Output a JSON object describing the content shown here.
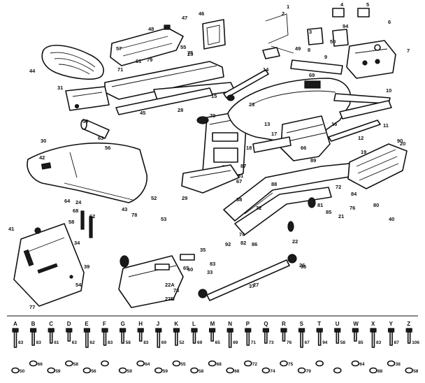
{
  "diagram": {
    "callouts": [
      {
        "text": "1"
      },
      {
        "text": "2"
      },
      {
        "text": "3"
      },
      {
        "text": "4"
      },
      {
        "text": "5"
      },
      {
        "text": "6"
      },
      {
        "text": "7"
      },
      {
        "text": "8"
      },
      {
        "text": "9"
      },
      {
        "text": "10"
      },
      {
        "text": "11"
      },
      {
        "text": "12"
      },
      {
        "text": "13"
      },
      {
        "text": "14"
      },
      {
        "text": "15"
      },
      {
        "text": "16"
      },
      {
        "text": "17"
      },
      {
        "text": "18"
      },
      {
        "text": "19"
      },
      {
        "text": "20"
      },
      {
        "text": "21"
      },
      {
        "text": "22"
      },
      {
        "text": "23"
      },
      {
        "text": "24"
      },
      {
        "text": "25"
      },
      {
        "text": "26"
      },
      {
        "text": "27"
      },
      {
        "text": "28"
      },
      {
        "text": "29"
      },
      {
        "text": "30"
      },
      {
        "text": "31"
      },
      {
        "text": "32"
      },
      {
        "text": "33"
      },
      {
        "text": "34"
      },
      {
        "text": "35"
      },
      {
        "text": "36"
      },
      {
        "text": "37"
      },
      {
        "text": "38"
      },
      {
        "text": "39"
      },
      {
        "text": "40"
      },
      {
        "text": "41"
      },
      {
        "text": "42"
      },
      {
        "text": "43"
      },
      {
        "text": "44"
      },
      {
        "text": "45"
      },
      {
        "text": "46"
      },
      {
        "text": "47"
      },
      {
        "text": "48"
      },
      {
        "text": "49"
      },
      {
        "text": "50"
      },
      {
        "text": "51"
      },
      {
        "text": "52"
      },
      {
        "text": "53"
      },
      {
        "text": "54"
      },
      {
        "text": "55"
      },
      {
        "text": "56"
      },
      {
        "text": "57"
      },
      {
        "text": "58"
      },
      {
        "text": "59"
      },
      {
        "text": "60"
      },
      {
        "text": "61"
      },
      {
        "text": "62"
      },
      {
        "text": "63"
      },
      {
        "text": "64"
      },
      {
        "text": "65"
      },
      {
        "text": "66"
      },
      {
        "text": "67"
      },
      {
        "text": "68"
      },
      {
        "text": "69"
      },
      {
        "text": "70"
      },
      {
        "text": "71"
      },
      {
        "text": "72"
      },
      {
        "text": "73"
      },
      {
        "text": "74"
      },
      {
        "text": "75"
      },
      {
        "text": "76"
      },
      {
        "text": "77"
      },
      {
        "text": "78"
      },
      {
        "text": "79"
      },
      {
        "text": "80"
      },
      {
        "text": "81"
      },
      {
        "text": "82"
      },
      {
        "text": "83"
      },
      {
        "text": "84"
      },
      {
        "text": "85"
      },
      {
        "text": "86"
      },
      {
        "text": "87"
      },
      {
        "text": "88"
      },
      {
        "text": "89"
      },
      {
        "text": "90"
      },
      {
        "text": "92"
      },
      {
        "text": "94"
      },
      {
        "text": "22A"
      },
      {
        "text": "22B"
      },
      {
        "text": "A"
      },
      {
        "text": "B"
      },
      {
        "text": "C"
      },
      {
        "text": "D"
      },
      {
        "text": "E"
      },
      {
        "text": "F"
      },
      {
        "text": "G"
      },
      {
        "text": "H"
      },
      {
        "text": "J"
      },
      {
        "text": "K"
      },
      {
        "text": "L"
      },
      {
        "text": "M"
      },
      {
        "text": "N"
      },
      {
        "text": "P"
      },
      {
        "text": "Q"
      },
      {
        "text": "R"
      },
      {
        "text": "S"
      },
      {
        "text": "T"
      },
      {
        "text": "U"
      },
      {
        "text": "W"
      },
      {
        "text": "X"
      },
      {
        "text": "Y"
      },
      {
        "text": "Z"
      }
    ],
    "hardware_legend": [
      {
        "letter": "A",
        "top": "83",
        "bottom": "50"
      },
      {
        "letter": "B",
        "top": "83",
        "bottom": "66"
      },
      {
        "letter": "C",
        "top": "61",
        "bottom": "59"
      },
      {
        "letter": "D",
        "top": "63",
        "bottom": "58"
      },
      {
        "letter": "E",
        "top": "62",
        "bottom": "56"
      },
      {
        "letter": "F",
        "top": "83",
        "bottom": ""
      },
      {
        "letter": "G",
        "top": "58",
        "bottom": "59"
      },
      {
        "letter": "H",
        "top": "83",
        "bottom": "64"
      },
      {
        "letter": "J",
        "top": "69",
        "bottom": "59"
      },
      {
        "letter": "K",
        "top": "52",
        "bottom": "55"
      },
      {
        "letter": "L",
        "top": "69",
        "bottom": "58"
      },
      {
        "letter": "M",
        "top": "65",
        "bottom": "68"
      },
      {
        "letter": "N",
        "top": "69",
        "bottom": "68"
      },
      {
        "letter": "P",
        "top": "71",
        "bottom": "72"
      },
      {
        "letter": "Q",
        "top": "73",
        "bottom": "74"
      },
      {
        "letter": "R",
        "top": "76",
        "bottom": "75"
      },
      {
        "letter": "S",
        "top": "67",
        "bottom": "79"
      },
      {
        "letter": "T",
        "top": "94",
        "bottom": ""
      },
      {
        "letter": "U",
        "top": "58",
        "bottom": ""
      },
      {
        "letter": "W",
        "top": "85",
        "bottom": "64"
      },
      {
        "letter": "X",
        "top": "83",
        "bottom": "88"
      },
      {
        "letter": "Y",
        "top": "87",
        "bottom": "38"
      },
      {
        "letter": "Z",
        "top": "106",
        "bottom": "58"
      }
    ]
  }
}
